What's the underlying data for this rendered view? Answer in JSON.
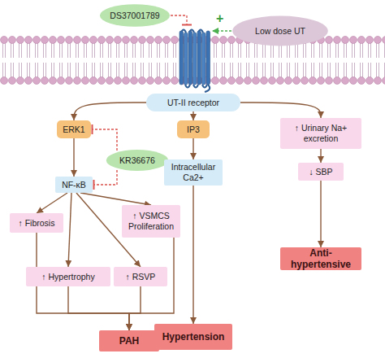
{
  "diagram": {
    "nodes": [
      {
        "text": [
          "DS37001789"
        ]
      },
      {
        "text": [
          "Low dose UT"
        ]
      },
      {
        "text": [
          "UT-II receptor"
        ]
      },
      {
        "text": [
          "ERK1"
        ]
      },
      {
        "text": [
          "IP3"
        ]
      },
      {
        "text": [
          "↑ Urinary Na+ excretion"
        ]
      },
      {
        "text": [
          "KR36676"
        ]
      },
      {
        "text": [
          "NF-κB"
        ]
      },
      {
        "text": [
          "Intracellular Ca2+"
        ]
      },
      {
        "text": [
          "↓ SBP"
        ]
      },
      {
        "text": [
          "↑ Fibrosis"
        ]
      },
      {
        "text": [
          "↑ VSMCS Proliferation"
        ]
      },
      {
        "text": [
          "↑ Hypertrophy"
        ]
      },
      {
        "text": [
          "↑ RSVP"
        ]
      },
      {
        "text": [
          "Anti-hypertensive"
        ]
      },
      {
        "text": [
          "PAH"
        ]
      },
      {
        "text": [
          "Hypertension"
        ]
      }
    ],
    "edges": [
      {
        "from": 2,
        "to": 3,
        "arrow": "to"
      },
      {
        "from": 2,
        "to": 4,
        "arrow": "to"
      },
      {
        "from": 2,
        "to": 5,
        "arrow": "to"
      },
      {
        "from": 6,
        "to": 3,
        "arrow": "to"
      },
      {
        "from": 6,
        "to": 7,
        "arrow": "to"
      },
      {
        "from": 3,
        "to": 7,
        "arrow": "to"
      },
      {
        "from": 7,
        "to": 10,
        "arrow": "to"
      },
      {
        "from": 7,
        "to": 11,
        "arrow": "to"
      },
      {
        "from": 7,
        "to": 12,
        "arrow": "to"
      },
      {
        "from": 7,
        "to": 13,
        "arrow": "to"
      },
      {
        "from": 10,
        "to": 15,
        "arrow": "to"
      },
      {
        "from": 11,
        "to": 15,
        "arrow": "to"
      },
      {
        "from": 12,
        "to": 15,
        "arrow": "to"
      },
      {
        "from": 13,
        "to": 15,
        "arrow": "to"
      },
      {
        "from": 4,
        "to": 8,
        "arrow": "to"
      },
      {
        "from": 8,
        "to": 16,
        "arrow": "to"
      },
      {
        "from": 5,
        "to": 9,
        "arrow": "to"
      },
      {
        "from": 9,
        "to": 14,
        "arrow": "to"
      }
    ],
    "labels": [
      "+"
    ]
  }
}
